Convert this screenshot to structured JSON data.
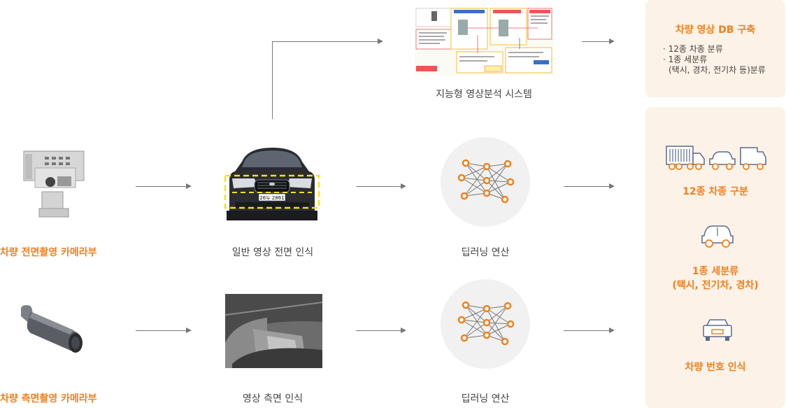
{
  "system": {
    "title": "지능형 영상분석 시스템"
  },
  "cameras": {
    "front_label": "차량 전면촬영 카메라부",
    "side_label": "차량 측면촬영 카메라부"
  },
  "recognition": {
    "front_label": "일반 영상 전면 인식",
    "side_label": "영상 측면 인식",
    "plate_text": "26누 2861"
  },
  "deep_learning": {
    "label_top": "딥러닝 연산",
    "label_bottom": "딥러닝 연산"
  },
  "db_panel": {
    "title": "차량 영상 DB 구축",
    "line1": "· 12종 차종 분류",
    "line2": "· 1종 세분류",
    "line3": "(택시, 경차, 전기차 등)분류"
  },
  "result_panel": {
    "classify12": "12종 차종 구분",
    "sub1_line1": "1종 세분류",
    "sub1_line2": "(택시, 전기차, 경차)",
    "plate": "차량 번호 인식"
  },
  "colors": {
    "accent": "#f27f1b",
    "panel_bg": "#fdf2e7",
    "circle_bg": "#f1f1f1",
    "highlight_yellow": "#f5e11a"
  }
}
